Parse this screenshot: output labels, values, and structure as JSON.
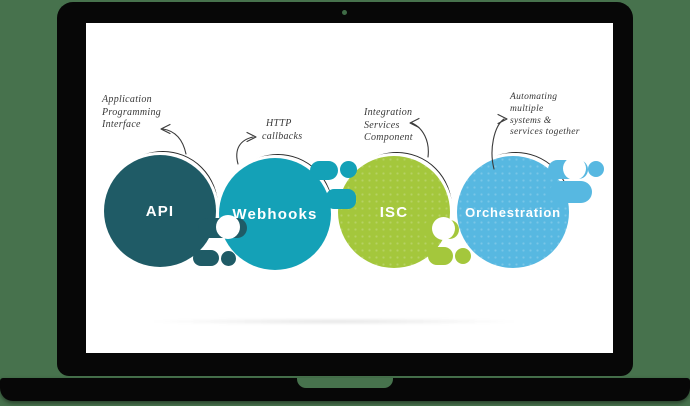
{
  "page": {
    "background_color": "#47724d"
  },
  "laptop": {
    "frame_color": "#070707",
    "screen_color": "#ffffff",
    "webcam_color": "#3f6b46"
  },
  "diagram": {
    "label_text_color": "#ffffff",
    "annotation_text_color": "#383838",
    "items": [
      {
        "label": "API",
        "color": "#1f5b66",
        "annotation": "Application Programming Interface",
        "annotation_lines": [
          "Application",
          "Programming",
          "Interface"
        ]
      },
      {
        "label": "Webhooks",
        "color": "#14a1b7",
        "annotation": "HTTP callbacks",
        "annotation_lines": [
          "HTTP",
          "callbacks"
        ]
      },
      {
        "label": "ISC",
        "color": "#a4c73c",
        "annotation": "Integration Services Component",
        "annotation_lines": [
          "Integration",
          "Services",
          "Component"
        ]
      },
      {
        "label": "Orchestration",
        "color": "#57b8e1",
        "annotation": "Automating multiple systems & services together",
        "annotation_lines": [
          "Automating",
          "multiple",
          "systems &",
          "services together"
        ]
      }
    ]
  }
}
